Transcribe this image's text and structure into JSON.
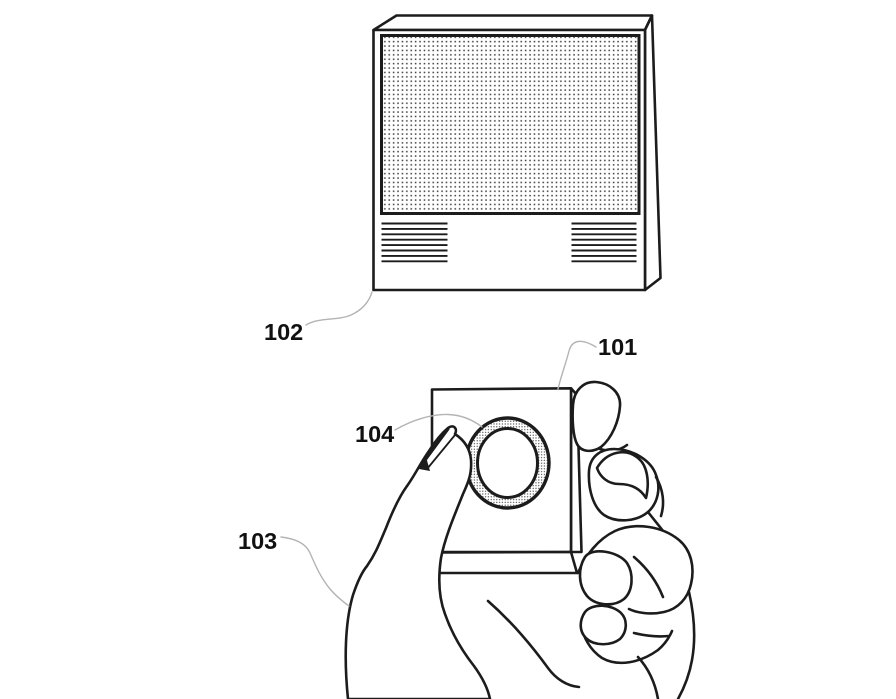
{
  "figure": {
    "background_color": "#ffffff",
    "ink_color": "#1c1c1c",
    "leader_line_color": "#b4b4b4",
    "callouts": {
      "remote_control": "101",
      "display_device": "102",
      "hand": "103",
      "ring_button": "104"
    }
  }
}
